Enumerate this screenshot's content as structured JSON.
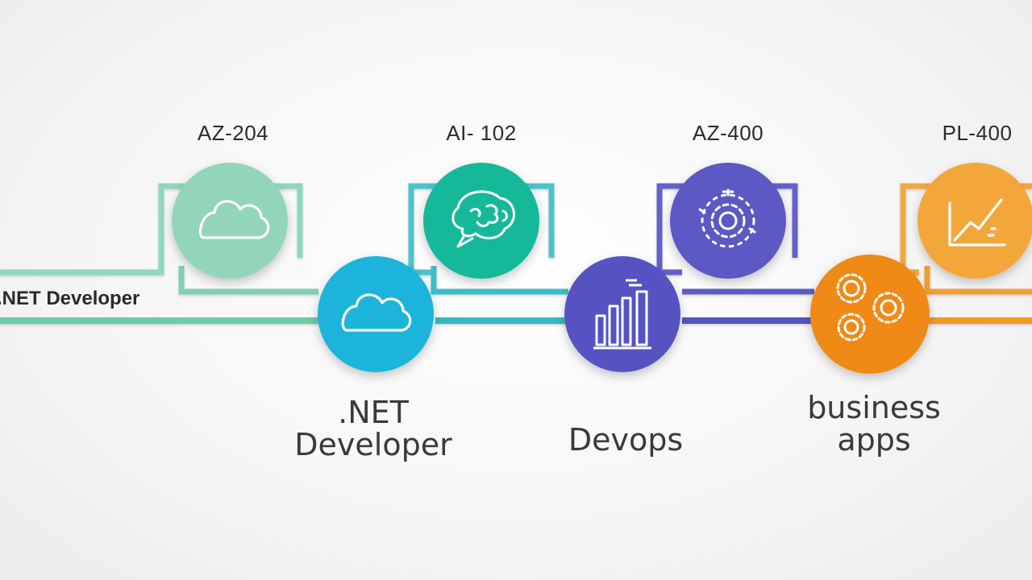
{
  "left_label": ".NET Developer",
  "certifications": [
    {
      "code": "AZ-204",
      "icon": "cloud-icon",
      "color": "#93d5b8"
    },
    {
      "code": "AI- 102",
      "icon": "brain-chat-icon",
      "color": "#12b89a"
    },
    {
      "code": "AZ-400",
      "icon": "gear-cycle-icon",
      "color": "#5b59c4"
    },
    {
      "code": "PL-400",
      "icon": "line-chart-icon",
      "color": "#f3a73a"
    }
  ],
  "roles": [
    {
      "label_lines": [
        ".NET",
        "Developer"
      ],
      "icon": "cloud-icon",
      "color": "#1eb4db"
    },
    {
      "label_lines": [
        "Devops"
      ],
      "icon": "bar-chart-icon",
      "color": "#5453c2"
    },
    {
      "label_lines": [
        "business",
        "apps"
      ],
      "icon": "gears-icon",
      "color": "#ef8a16"
    }
  ],
  "colors": {
    "track_green": "#7fd1b0",
    "track_teal": "#3bbfc7",
    "track_purple": "#5c5cc6",
    "track_orange": "#f0a030"
  }
}
